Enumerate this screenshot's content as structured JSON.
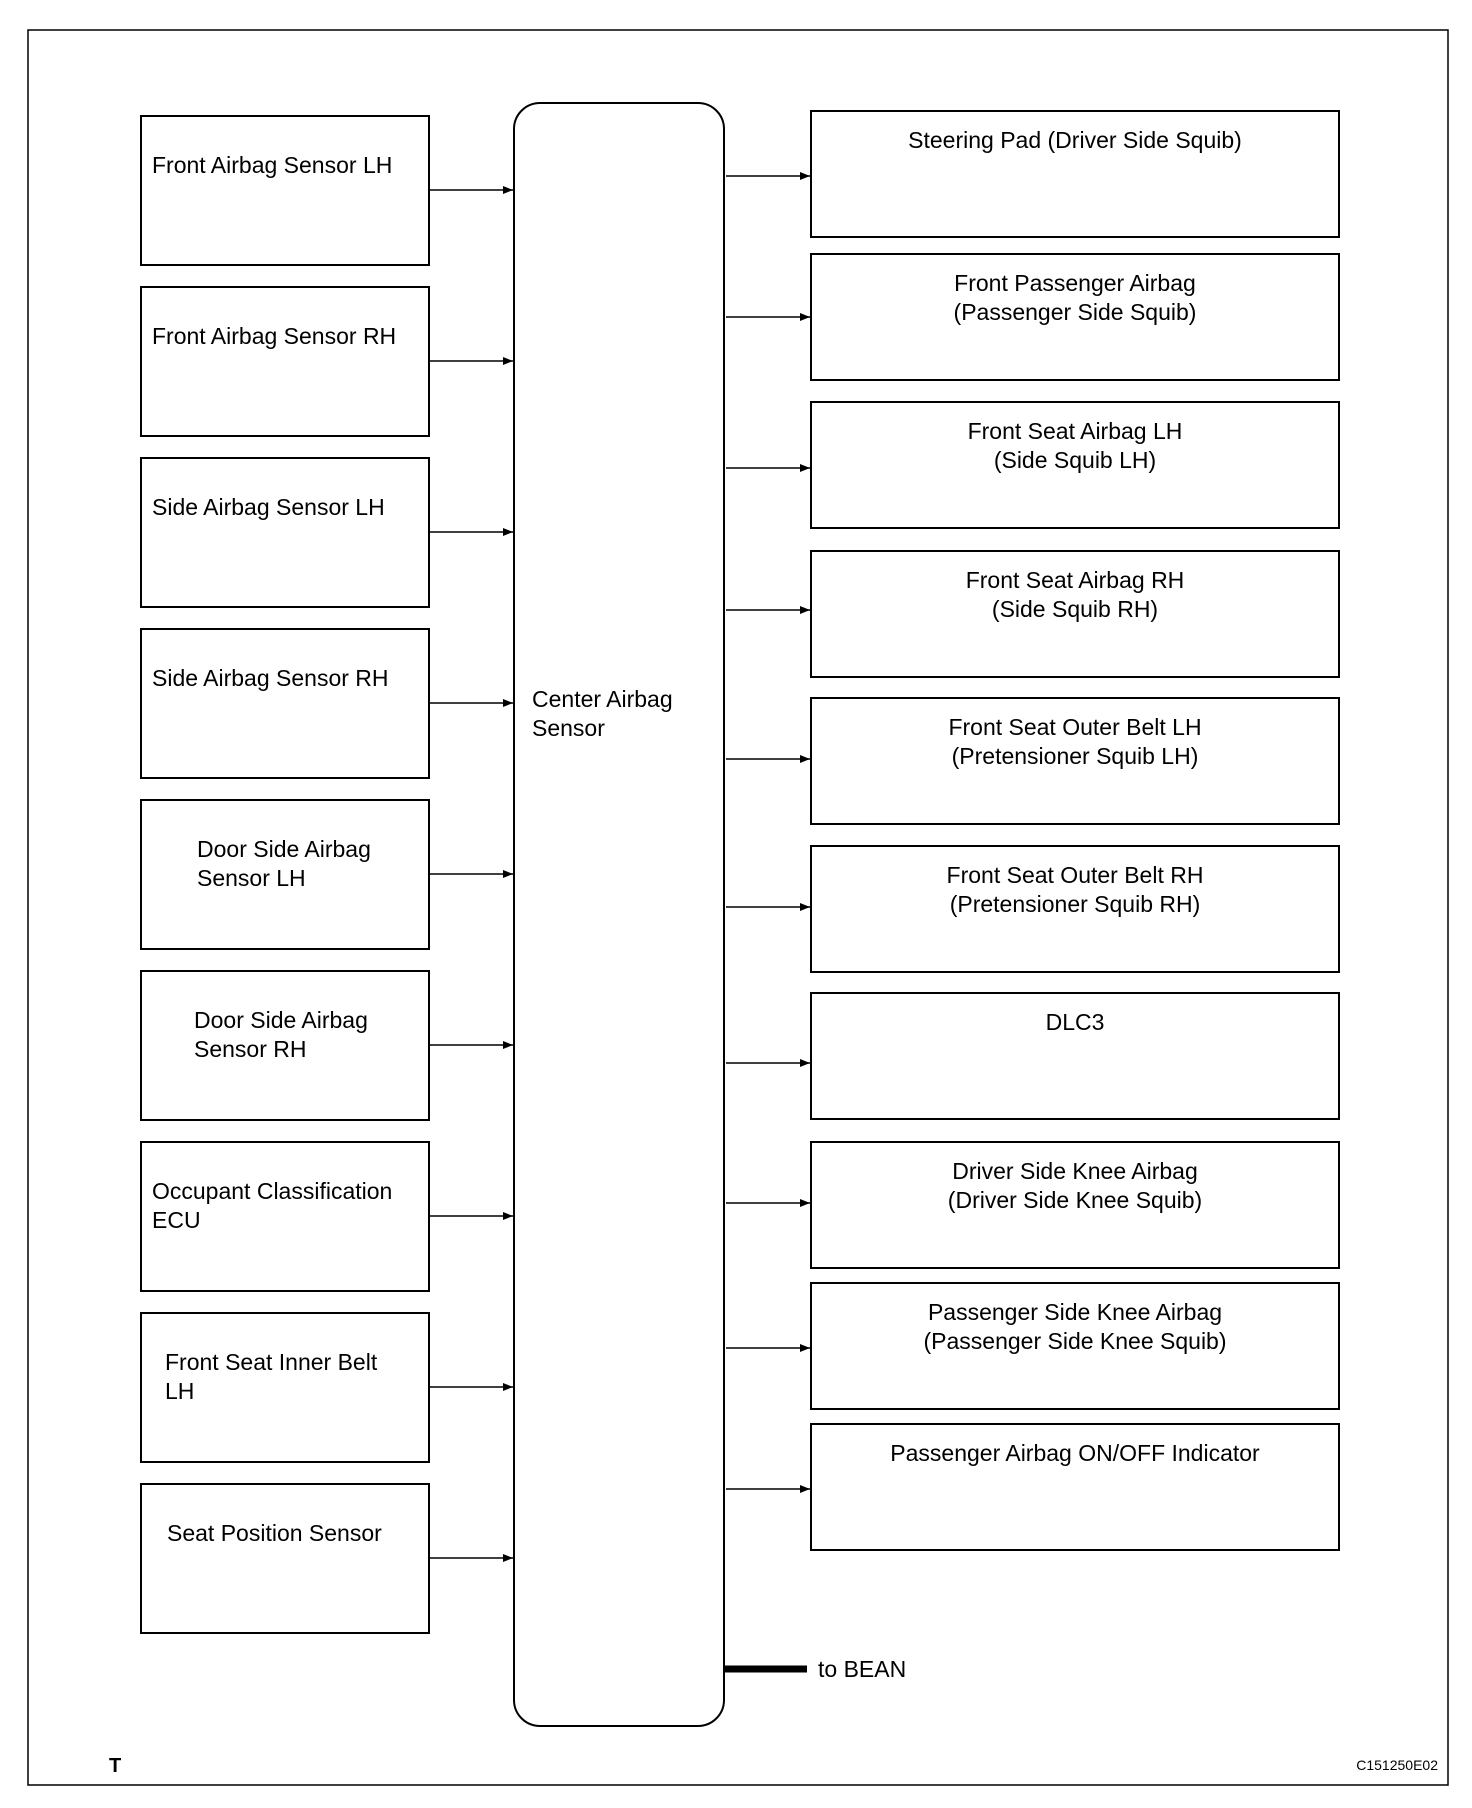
{
  "inputs": [
    {
      "id": "front-airbag-sensor-lh",
      "lines": [
        "Front Airbag Sensor LH"
      ]
    },
    {
      "id": "front-airbag-sensor-rh",
      "lines": [
        "Front Airbag Sensor RH"
      ]
    },
    {
      "id": "side-airbag-sensor-lh",
      "lines": [
        "Side Airbag Sensor LH"
      ]
    },
    {
      "id": "side-airbag-sensor-rh",
      "lines": [
        "Side Airbag Sensor RH"
      ]
    },
    {
      "id": "door-side-airbag-sensor-lh",
      "lines": [
        "Door Side Airbag",
        "Sensor LH"
      ]
    },
    {
      "id": "door-side-airbag-sensor-rh",
      "lines": [
        "Door Side Airbag",
        "Sensor RH"
      ]
    },
    {
      "id": "occupant-classification-ecu",
      "lines": [
        "Occupant Classification",
        "ECU"
      ]
    },
    {
      "id": "front-seat-inner-belt-lh",
      "lines": [
        "Front Seat Inner Belt",
        "LH"
      ]
    },
    {
      "id": "seat-position-sensor",
      "lines": [
        "Seat Position Sensor"
      ]
    }
  ],
  "center": {
    "id": "center-airbag-sensor",
    "lines": [
      "Center Airbag",
      "Sensor"
    ]
  },
  "outputs": [
    {
      "id": "steering-pad",
      "lines": [
        "Steering Pad (Driver Side Squib)"
      ]
    },
    {
      "id": "front-passenger-airbag",
      "lines": [
        "Front Passenger Airbag",
        "(Passenger Side Squib)"
      ]
    },
    {
      "id": "front-seat-airbag-lh",
      "lines": [
        "Front Seat Airbag LH",
        "(Side Squib LH)"
      ]
    },
    {
      "id": "front-seat-airbag-rh",
      "lines": [
        "Front Seat Airbag RH",
        "(Side Squib RH)"
      ]
    },
    {
      "id": "front-seat-outer-belt-lh",
      "lines": [
        "Front Seat Outer Belt LH",
        "(Pretensioner Squib LH)"
      ]
    },
    {
      "id": "front-seat-outer-belt-rh",
      "lines": [
        "Front Seat Outer Belt RH",
        "(Pretensioner Squib RH)"
      ]
    },
    {
      "id": "dlc3",
      "lines": [
        "DLC3"
      ]
    },
    {
      "id": "driver-side-knee-airbag",
      "lines": [
        "Driver Side Knee Airbag",
        "(Driver Side Knee Squib)"
      ]
    },
    {
      "id": "passenger-side-knee-airbag",
      "lines": [
        "Passenger Side Knee Airbag",
        "(Passenger Side Knee Squib)"
      ]
    },
    {
      "id": "passenger-airbag-indicator",
      "lines": [
        "Passenger Airbag ON/OFF Indicator"
      ]
    }
  ],
  "bus": {
    "label": "to BEAN"
  },
  "footer": {
    "left_mark": "T",
    "figure_code": "C151250E02"
  }
}
